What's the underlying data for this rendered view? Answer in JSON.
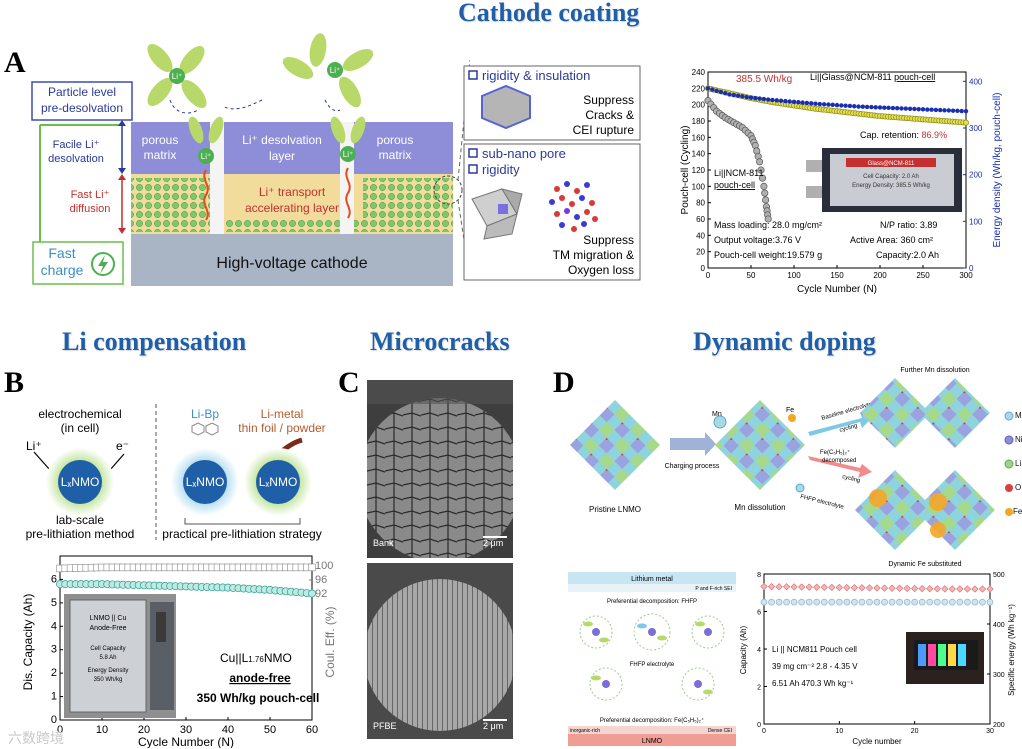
{
  "titles": {
    "cathode_coating": "Cathode coating",
    "li_compensation": "Li compensation",
    "microcracks": "Microcracks",
    "dynamic_doping": "Dynamic doping"
  },
  "panel_labels": {
    "a": "A",
    "b": "B",
    "c": "C",
    "d": "D"
  },
  "panel_a": {
    "particle_level": "Particle level",
    "pre_desolvation": "pre-desolvation",
    "facile_li": "Facile Li⁺",
    "desolvation": "desolvation",
    "fast_li": "Fast Li⁺",
    "diffusion": "diffusion",
    "fast": "Fast",
    "charge": "charge",
    "porous": "porous",
    "matrix": "matrix",
    "desolv_layer_1": "Li⁺ desolvation",
    "desolv_layer_2": "layer",
    "transport_1": "Li⁺ transport",
    "transport_2": "accelerating layer",
    "cathode": "High-voltage cathode",
    "li_ion": "Li⁺",
    "rigidity_insulation": "rigidity & insulation",
    "suppress_1": "Suppress",
    "cracks": "Cracks &",
    "cei_rupture": "CEI rupture",
    "sub_nano_pore": "sub-nano pore",
    "rigidity": "rigidity",
    "suppress_2": "Suppress",
    "tm_migration": "TM migration &",
    "oxygen_loss": "Oxygen loss"
  },
  "panel_a_chart": {
    "chart_data": {
      "type": "scatter",
      "title": "",
      "xlabel": "Cycle Number (N)",
      "ylabel": "Pouch-cell (Cycling)",
      "y2label": "Energy density (Wh/kg, pouch-cell)",
      "xlim": [
        0,
        300
      ],
      "ylim": [
        0,
        240
      ],
      "y2lim": [
        0,
        420
      ],
      "xticks": [
        "0",
        "50",
        "100",
        "150",
        "200",
        "250",
        "300"
      ],
      "yticks": [
        "0",
        "20",
        "40",
        "60",
        "80",
        "100",
        "120",
        "140",
        "160",
        "180",
        "200",
        "220",
        "240"
      ],
      "y2ticks": [
        "0",
        "100",
        "200",
        "300",
        "400"
      ],
      "series": [
        {
          "name": "Li||Glass@NCM-811 pouch-cell",
          "x": [
            0,
            25,
            50,
            75,
            100,
            125,
            150,
            175,
            200,
            225,
            250,
            275,
            300
          ],
          "y": [
            220,
            214,
            208,
            203,
            199,
            195,
            192,
            189,
            186,
            184,
            182,
            180,
            178
          ]
        },
        {
          "name": "Li||NCM-811 pouch-cell",
          "x": [
            0,
            10,
            20,
            30,
            40,
            50,
            55,
            60,
            65,
            68,
            70
          ],
          "y": [
            205,
            192,
            184,
            178,
            172,
            162,
            150,
            130,
            100,
            75,
            60
          ]
        }
      ],
      "annotations": [
        "385.5 Wh/kg",
        "Cap. retention: 86.9%"
      ]
    },
    "legend_main": "Li||Glass@NCM-811 ",
    "legend_main_ul": "pouch-cell",
    "legend_bare_1": "Li||NCM-811",
    "legend_bare_2": "pouch-cell",
    "energy": "385.5 Wh/kg",
    "retention_label": "Cap. retention: ",
    "retention_val": "86.9%",
    "info": {
      "mass_loading": "Mass loading: 28.0 mg/cm²",
      "np_ratio": "N/P ratio: 3.89",
      "voltage": "Output voltage:3.76 V",
      "area": "Active Area: 360 cm²",
      "weight": "Pouch-cell weight:19.579 g",
      "capacity": "Capacity:2.0 Ah"
    },
    "cell_photo_lines": [
      "Glass@NCM-811",
      "Cell Capacity: 2.0 Ah",
      "Energy Density: 385.5 Wh/kg"
    ]
  },
  "panel_b": {
    "electrochemical": "electrochemical",
    "in_cell": "(in cell)",
    "li_plus": "Li⁺",
    "e_minus": "e⁻",
    "lxnmo": "LₓNMO",
    "lab_scale": "lab-scale",
    "pre_lith_method": "pre-lithiation method",
    "li_bp": "Li-Bp",
    "li_metal": "Li-metal",
    "thin_foil": "thin foil / powder",
    "practical": "practical pre-lithiation strategy",
    "cell": "Cu||L",
    "cell_sub": "1.76",
    "cell_rest": "NMO",
    "anode_free": "anode-free",
    "wh_pouch": "350 Wh/kg pouch-cell",
    "photo_lines": [
      "LNMO || Cu",
      "Anode-Free",
      "Cell Capacity",
      "5.8 Ah",
      "Energy Density",
      "350 Wh/kg"
    ],
    "chart_data": {
      "type": "scatter",
      "title": "",
      "xlabel": "Cycle Number (N)",
      "ylabel": "Dis. Capacity (Ah)",
      "y2label": "Coul. Eff. (%)",
      "xlim": [
        0,
        60
      ],
      "ylim": [
        0,
        7
      ],
      "xticks": [
        "0",
        "10",
        "20",
        "30",
        "40",
        "50",
        "60"
      ],
      "yticks": [
        "0",
        "1",
        "2",
        "3",
        "4",
        "5",
        "6"
      ],
      "y2ticks": [
        "92",
        "96",
        "100"
      ],
      "series": [
        {
          "name": "Coul. Eff.",
          "x": [
            0,
            10,
            20,
            30,
            40,
            50,
            60
          ],
          "y": [
            99.3,
            99.6,
            99.6,
            99.6,
            99.6,
            99.6,
            99.6
          ]
        },
        {
          "name": "Dis. Capacity",
          "x": [
            0,
            10,
            20,
            30,
            40,
            50,
            60
          ],
          "y": [
            5.8,
            5.8,
            5.75,
            5.7,
            5.65,
            5.55,
            5.4
          ]
        }
      ]
    }
  },
  "panel_c": {
    "label_top": "Bank",
    "scale_top": "2 μm",
    "label_bottom": "PFBE",
    "scale_bottom": "2 μm"
  },
  "panel_d": {
    "further_mn": "Further Mn dissolution",
    "pristine": "Pristine LNMO",
    "charging": "Charging process",
    "mn_diss": "Mn dissolution",
    "mn": "Mn",
    "baseline": "Baseline electrolyte",
    "cycling": "cycling",
    "fe_label": "Fe",
    "fe_decomp_1": "Fe(C₅H₅)₂⁺",
    "fe_decomp_2": "decomposed",
    "fhfp_electrolyte": "FHFP electrolyte",
    "dynamic_fe": "Dynamic Fe substituted",
    "legend": [
      "Mn",
      "Ni",
      "Li",
      "O",
      "Fe"
    ],
    "legend_colors": [
      "#aad8e8",
      "#8b8fd6",
      "#9fd38a",
      "#d84040",
      "#f5a623"
    ],
    "li_metal": "Lithium metal",
    "p_f_sei": "P and F-rich SEI",
    "pref_fhfp": "Preferential decomposition: FHFP",
    "fhfp_e": "FHFP electrolyte",
    "pref_fe": "Preferential decomposition: Fe(C₅H₅)₂⁺",
    "inorganic": "inorganic-rich",
    "dense_cei": "Dense CEI",
    "lnmo": "LNMO",
    "chart_data": {
      "type": "scatter",
      "title": "",
      "xlabel": "Cycle number",
      "ylabel": "Capacity (Ah)",
      "y2label": "Specific energy (Wh kg⁻¹)",
      "xlim": [
        0,
        30
      ],
      "ylim": [
        0,
        8
      ],
      "y2lim": [
        200,
        500
      ],
      "xticks": [
        "0",
        "10",
        "20",
        "30"
      ],
      "yticks": [
        "0",
        "2",
        "4",
        "6",
        "8"
      ],
      "y2ticks": [
        "200",
        "300",
        "400",
        "500"
      ],
      "series": [
        {
          "name": "Specific energy",
          "x": [
            0,
            5,
            10,
            15,
            20,
            25,
            30
          ],
          "y": [
            475,
            474,
            473,
            472,
            471,
            470,
            470
          ]
        },
        {
          "name": "Capacity",
          "x": [
            0,
            5,
            10,
            15,
            20,
            25,
            30
          ],
          "y": [
            6.5,
            6.5,
            6.5,
            6.5,
            6.5,
            6.5,
            6.5
          ]
        }
      ],
      "annotations": [
        "Li || NCM811 Pouch cell",
        "39 mg cm⁻²  2.8 - 4.35 V",
        "6.51 Ah   470.3 Wh kg⁻¹"
      ]
    },
    "pouch_label": "Li || NCM811 Pouch cell",
    "pouch_spec1": "39 mg cm⁻²  2.8 - 4.35 V",
    "pouch_spec2": "6.51 Ah   470.3 Wh kg⁻¹"
  },
  "watermark": "六数跨境"
}
